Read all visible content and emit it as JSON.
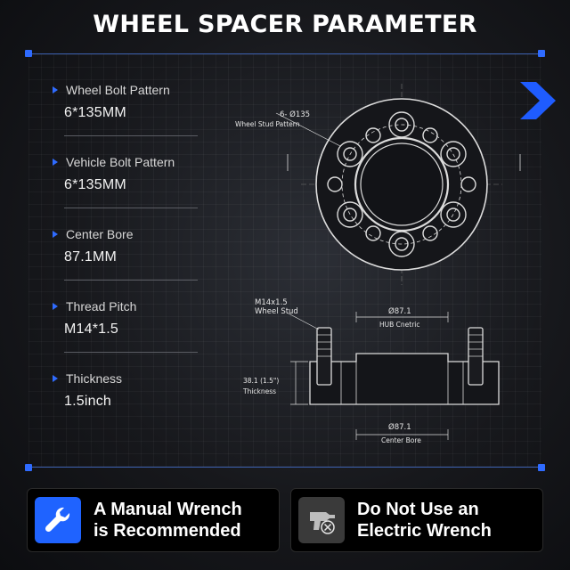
{
  "title": "WHEEL SPACER PARAMETER",
  "specs": [
    {
      "label": "Wheel Bolt Pattern",
      "value": "6*135MM"
    },
    {
      "label": "Vehicle Bolt Pattern",
      "value": "6*135MM"
    },
    {
      "label": "Center Bore",
      "value": "87.1MM"
    },
    {
      "label": "Thread Pitch",
      "value": "M14*1.5"
    },
    {
      "label": "Thickness",
      "value": "1.5inch"
    }
  ],
  "top_diagram": {
    "pcd_label": "6- Ø135",
    "pcd_sub": "Wheel Stud  Pattern"
  },
  "side_diagram": {
    "stud_label": "M14x1.5",
    "stud_sub": "Wheel Stud",
    "hub_dim": "Ø87.1",
    "hub_sub": "HUB Cnetric",
    "thickness_dim": "38.1 (1.5\")",
    "thickness_sub": "Thickness",
    "bore_dim": "Ø87.1",
    "bore_sub": "Center Bore"
  },
  "cards": {
    "left": {
      "line1": "A Manual Wrench",
      "line2": "is Recommended",
      "icon": "wrench-icon",
      "color": "#1f63ff"
    },
    "right": {
      "line1": "Do Not Use an",
      "line2": "Electric Wrench",
      "icon": "no-drill-icon",
      "color": "#3a3a3a"
    }
  },
  "accent": "#2f6bff"
}
